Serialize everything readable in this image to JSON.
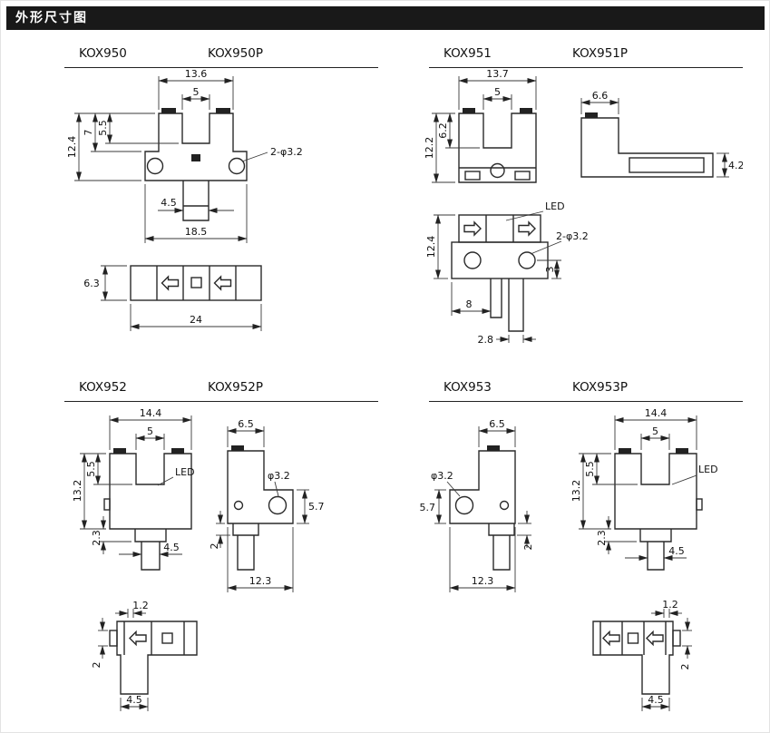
{
  "header": {
    "title": "外形尺寸图"
  },
  "panels": {
    "kox950": {
      "title_left": "KOX950",
      "title_right": "KOX950P",
      "dims": {
        "top_width": "13.6",
        "slot_width": "5",
        "slot_depth": "5.5",
        "upper_height": "7",
        "total_height": "12.4",
        "holes": "2-φ3.2",
        "stem_width": "4.5",
        "base_width": "18.5",
        "bottom_height": "6.3",
        "bottom_width": "24"
      }
    },
    "kox951": {
      "title_left": "KOX951",
      "title_right": "KOX951P",
      "dims": {
        "top_width": "13.7",
        "slot_width": "5",
        "total_height": "12.2",
        "slot_depth": "6.2",
        "side_width": "6.6",
        "arm_height": "4.2",
        "led": "LED",
        "holes": "2-φ3.2",
        "face_height": "12.4",
        "hole_offset": "3",
        "pin_offset": "8",
        "pin_width": "2.8"
      }
    },
    "kox952": {
      "title_left": "KOX952",
      "title_right": "KOX952P",
      "dims": {
        "top_width": "14.4",
        "slot_width": "5",
        "slot_depth": "5.5",
        "total_height": "13.2",
        "led": "LED",
        "collar_height": "2.3",
        "stem_width": "4.5",
        "side_width": "6.5",
        "hole": "φ3.2",
        "hole_height": "5.7",
        "step_height": "2",
        "side_depth": "12.3",
        "tab_offset": "1.2",
        "tab_height": "2",
        "bottom_stem_width": "4.5"
      }
    },
    "kox953": {
      "title_left": "KOX953",
      "title_right": "KOX953P",
      "dims": {
        "top_width": "14.4",
        "slot_width": "5",
        "slot_depth": "5.5",
        "total_height": "13.2",
        "led": "LED",
        "collar_height": "2.3",
        "stem_width": "4.5",
        "side_width": "6.5",
        "hole": "φ3.2",
        "hole_height": "5.7",
        "step_height": "2",
        "side_depth": "12.3",
        "tab_offset": "1.2",
        "tab_height": "2",
        "bottom_stem_width": "4.5"
      }
    }
  }
}
